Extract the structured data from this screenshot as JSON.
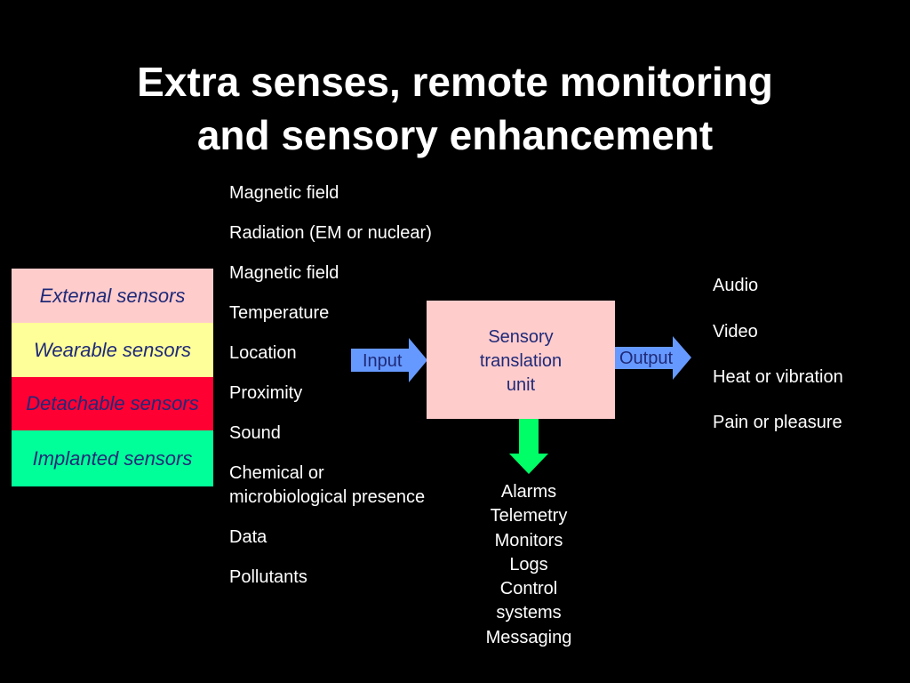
{
  "title": {
    "line1": "Extra senses, remote monitoring",
    "line2": "and sensory enhancement"
  },
  "sensors": [
    "External sensors",
    "Wearable sensors",
    "Detachable sensors",
    "Implanted sensors"
  ],
  "inputs": [
    "Magnetic field",
    "Radiation (EM or nuclear)",
    "Magnetic field",
    "Temperature",
    "Location",
    "Proximity",
    "Sound",
    "Chemical or",
    "microbiological presence",
    "Data",
    "Pollutants"
  ],
  "input_arrow_label": "Input",
  "unit": {
    "line1": "Sensory",
    "line2": "translation",
    "line3": "unit"
  },
  "output_arrow_label": "Output",
  "outputs": [
    "Audio",
    "Video",
    "Heat or vibration",
    "Pain or pleasure"
  ],
  "results": [
    "Alarms",
    "Telemetry",
    "Monitors",
    "Logs",
    "Control",
    "systems",
    "Messaging"
  ],
  "colors": {
    "background": "#000000",
    "external": "#ffcccc",
    "wearable": "#ffff99",
    "detachable": "#ff0033",
    "implanted": "#00ff99",
    "unit_fill": "#ffcccc",
    "arrow_blue": "#6699ff",
    "arrow_green": "#00ff66",
    "label_text": "#1f2a78"
  }
}
